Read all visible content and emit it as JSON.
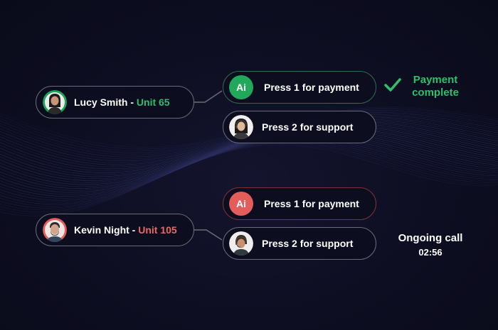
{
  "colors": {
    "background": "#0c0d1f",
    "accent_green": "#2fbf6b",
    "accent_red": "#e35d5a",
    "pill_border": "#6a6a78"
  },
  "calls": [
    {
      "caller_name": "Lucy Smith",
      "separator": " - ",
      "unit": "Unit 65",
      "unit_color": "green",
      "options": [
        {
          "icon": "ai-badge",
          "badge_text": "Ai",
          "label": "Press 1 for payment",
          "highlighted": true
        },
        {
          "icon": "support-agent-avatar",
          "label": "Press 2 for support",
          "highlighted": false
        }
      ],
      "status": {
        "icon": "checkmark-icon",
        "line1": "Payment",
        "line2": "complete"
      }
    },
    {
      "caller_name": "Kevin Night",
      "separator": " - ",
      "unit": "Unit 105",
      "unit_color": "red",
      "options": [
        {
          "icon": "ai-badge",
          "badge_text": "Ai",
          "label": "Press 1 for payment",
          "highlighted": false
        },
        {
          "icon": "support-agent-avatar",
          "label": "Press 2 for support",
          "highlighted": true
        }
      ],
      "status": {
        "line1": "Ongoing call",
        "timer": "02:56"
      }
    }
  ]
}
